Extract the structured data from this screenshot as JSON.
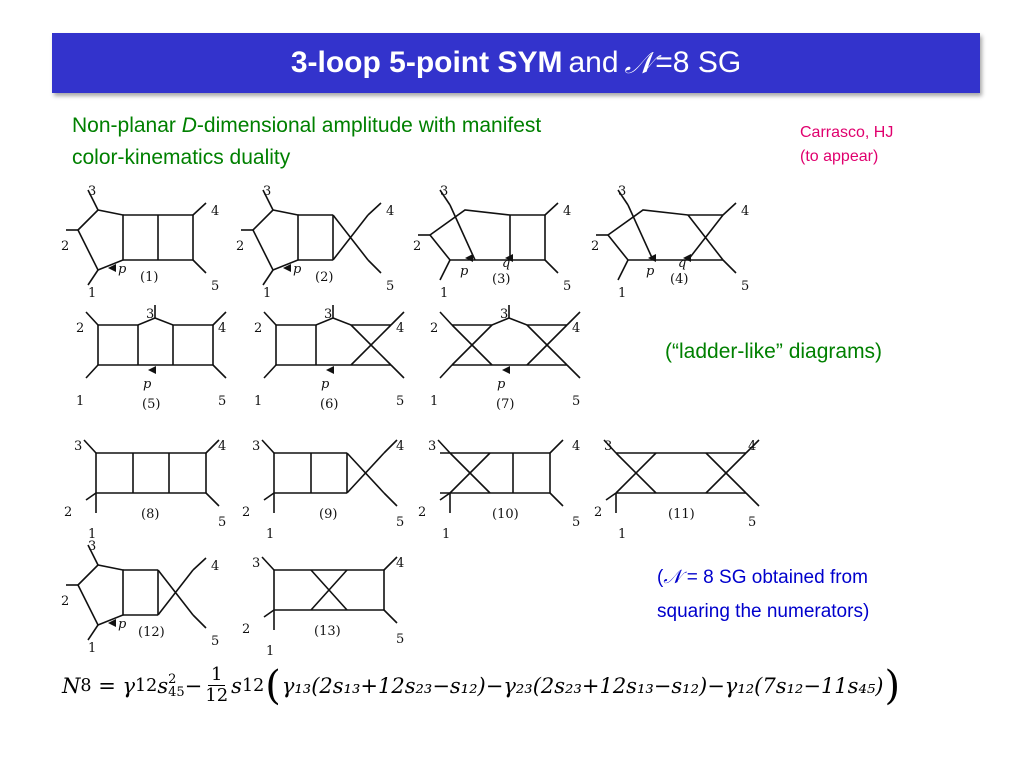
{
  "slide": {
    "title_bold": "3-loop 5-point SYM",
    "title_and": "and",
    "title_script_n": "𝒩",
    "title_rest": "=8 SG",
    "subtitle_pre": "Non-planar ",
    "subtitle_d": "D",
    "subtitle_line1_rest": "-dimensional amplitude with manifest",
    "subtitle_line2": "color-kinematics duality",
    "credit_line1": "Carrasco, HJ",
    "credit_line2": "(to appear)",
    "ladder_note": "(“ladder-like” diagrams)",
    "sg_open": "(",
    "sg_script_n": "𝒩",
    "sg_line1_rest": " = 8 SG obtained from",
    "sg_line2": "squaring the numerators)"
  },
  "diagrams": [
    {
      "caption": "(1)",
      "labels": [
        "3",
        "2",
        "1",
        "4",
        "5"
      ],
      "momenta": [
        "p"
      ]
    },
    {
      "caption": "(2)",
      "labels": [
        "3",
        "2",
        "1",
        "4",
        "5"
      ],
      "momenta": [
        "p"
      ]
    },
    {
      "caption": "(3)",
      "labels": [
        "3",
        "2",
        "1",
        "4",
        "5"
      ],
      "momenta": [
        "p",
        "q"
      ]
    },
    {
      "caption": "(4)",
      "labels": [
        "3",
        "2",
        "1",
        "4",
        "5"
      ],
      "momenta": [
        "p",
        "q"
      ]
    },
    {
      "caption": "(5)",
      "labels": [
        "2",
        "1",
        "3",
        "4",
        "5"
      ],
      "momenta": [
        "p"
      ]
    },
    {
      "caption": "(6)",
      "labels": [
        "2",
        "1",
        "3",
        "4",
        "5"
      ],
      "momenta": [
        "p"
      ]
    },
    {
      "caption": "(7)",
      "labels": [
        "2",
        "1",
        "3",
        "4",
        "5"
      ],
      "momenta": [
        "p"
      ]
    },
    {
      "caption": "(8)",
      "labels": [
        "3",
        "2",
        "1",
        "4",
        "5"
      ],
      "momenta": []
    },
    {
      "caption": "(9)",
      "labels": [
        "3",
        "2",
        "1",
        "4",
        "5"
      ],
      "momenta": []
    },
    {
      "caption": "(10)",
      "labels": [
        "3",
        "2",
        "1",
        "4",
        "5"
      ],
      "momenta": []
    },
    {
      "caption": "(11)",
      "labels": [
        "3",
        "2",
        "1",
        "4",
        "5"
      ],
      "momenta": []
    },
    {
      "caption": "(12)",
      "labels": [
        "3",
        "2",
        "1",
        "4",
        "5"
      ],
      "momenta": [
        "p"
      ]
    },
    {
      "caption": "(13)",
      "labels": [
        "3",
        "2",
        "1",
        "4",
        "5"
      ],
      "momenta": []
    }
  ],
  "formula": {
    "lhs": "N",
    "lhs_sub": "8",
    "eq": " = ",
    "t1": "γ",
    "t1_sub": "12",
    "t2": "s",
    "t2_sup": "2",
    "t2_sub": "45",
    "minus": "−",
    "frac_num": "1",
    "frac_den": "12",
    "t3": "s",
    "t3_sub": "12",
    "inner": "γ₁₃(2s₁₃+12s₂₃−s₁₂)−γ₂₃(2s₂₃+12s₁₃−s₁₂)−γ₁₂(7s₁₂−11s₄₅)"
  }
}
